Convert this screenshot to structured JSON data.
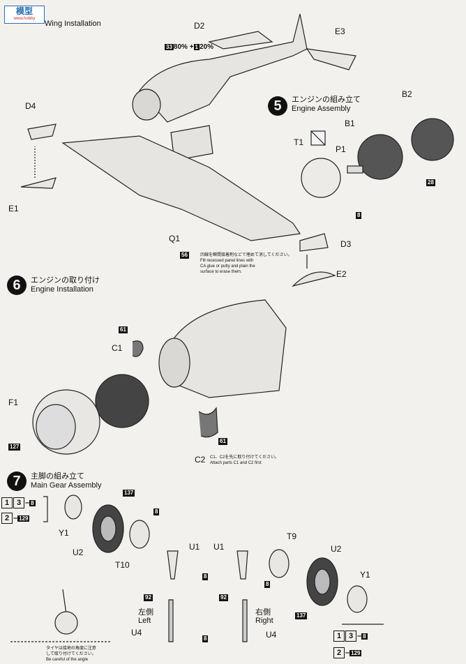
{
  "top": {
    "wing_installation": "Wing Installation",
    "paint_mix": "80% +",
    "paint_mix2": "20%",
    "paint_num1": "33",
    "paint_num2": "1"
  },
  "step5": {
    "number": "5",
    "title_jp": "エンジンの組み立て",
    "title_en": "Engine Assembly"
  },
  "step6": {
    "number": "6",
    "title_jp": "エンジンの取り付け",
    "title_en": "Engine Installation"
  },
  "step7": {
    "number": "7",
    "title_jp": "主脚の組み立て",
    "title_en": "Main Gear Assembly"
  },
  "parts": {
    "D2": "D2",
    "E3": "E3",
    "D4": "D4",
    "E1": "E1",
    "B2": "B2",
    "B1": "B1",
    "T1": "T1",
    "P1": "P1",
    "Q1": "Q1",
    "D3": "D3",
    "E2": "E2",
    "C1": "C1",
    "F1": "F1",
    "C2": "C2",
    "Y1a": "Y1",
    "U2a": "U2",
    "T10": "T10",
    "U1a": "U1",
    "U1b": "U1",
    "T9": "T9",
    "U2b": "U2",
    "Y1b": "Y1",
    "U4a": "U4",
    "U4b": "U4"
  },
  "colors": {
    "c28": "28",
    "c8a": "8",
    "c56": "56",
    "c61a": "61",
    "c127": "127",
    "c61b": "61",
    "c137a": "137",
    "c8b": "8",
    "c8c": "8",
    "c92a": "92",
    "c92b": "92",
    "c8d": "8",
    "c8e": "8",
    "c137b": "137",
    "c8f": "8",
    "c8g": "8",
    "c129a": "129",
    "c129b": "129"
  },
  "notes": {
    "q1_jp": "凹線を瞬間接着剤などで埋めて消してください。",
    "q1_en1": "Fill recessed panel lines with",
    "q1_en2": "CA glue or putty and plain the",
    "q1_en3": "surface to erase them.",
    "c_jp": "C1、C2を先に取り付けてください。",
    "c_en": "Attach parts C1 and C2 first",
    "left_jp": "左側",
    "left_en": "Left",
    "right_jp": "右側",
    "right_en": "Right",
    "tire_jp1": "タイヤは接地の角度に注意",
    "tire_jp2": "して取り付けてください。",
    "tire_en": "Be careful of the angle"
  },
  "mix": {
    "m1": "1",
    "m3": "3",
    "m2": "2",
    "dash": "–"
  }
}
